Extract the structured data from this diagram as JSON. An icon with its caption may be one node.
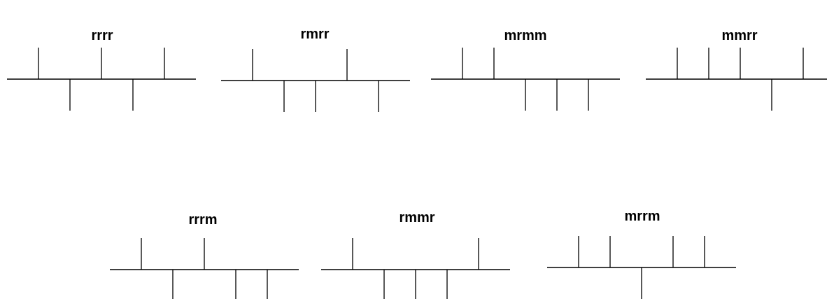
{
  "diagram": {
    "labels": [
      "rrrr",
      "rmrr",
      "mrmm",
      "mmrr",
      "rrrm",
      "rmmr",
      "mrrm"
    ]
  }
}
